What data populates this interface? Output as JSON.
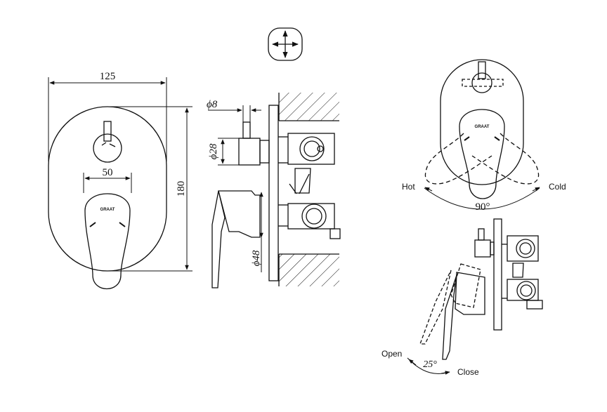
{
  "dimensions": {
    "width": "125",
    "height": "180",
    "handle_width": "50",
    "stem_diameter": "ϕ8",
    "cartridge_diameter": "ϕ28",
    "body_diameter": "ϕ48"
  },
  "rotation": {
    "angle": "90°",
    "hot_label": "Hot",
    "cold_label": "Cold"
  },
  "lever": {
    "angle": "25°",
    "open_label": "Open",
    "close_label": "Close"
  },
  "brand_mark": "GRAAT",
  "colors": {
    "line": "#111111",
    "background": "#ffffff"
  }
}
